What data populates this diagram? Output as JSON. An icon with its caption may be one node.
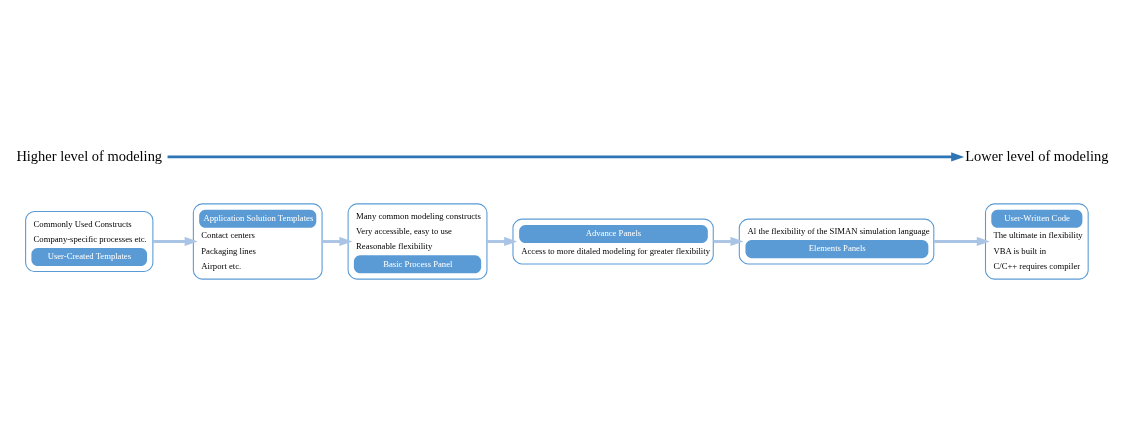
{
  "diagram": {
    "nodes": [
      {
        "text": [
          "Commonly Used Constructs",
          "Company-specific processes etc.",
          "User-Created Templates"
        ]
      },
      {
        "text": [
          "Application Solution Templates",
          "Contact centers",
          "Packaging lines",
          "Airport etc."
        ]
      },
      {
        "text": [
          "Many common modeling constructs",
          "Very accessible, easy to use",
          "Reasonable flexibility",
          "Basic Process Panel"
        ]
      },
      {
        "text": [
          "Advance Panels",
          "Access to more ditaled modeling for greater flexibility"
        ]
      },
      {
        "text": [
          "Al the flexibility of the SIMAN simulation language",
          "Elements Panels"
        ]
      },
      {
        "text": [
          "User-Written Code",
          "The ultimate in flexibility",
          "VBA is built in",
          "C/C++ requires compiler"
        ]
      },
      {
        "text": [
          "Higher level of modeling"
        ]
      },
      {
        "text": [
          "Lower level of modeling"
        ]
      }
    ],
    "edges": [
      {
        "from": 0,
        "to": 1,
        "arrow": "to"
      },
      {
        "from": 1,
        "to": 2,
        "arrow": "to"
      },
      {
        "from": 2,
        "to": 3,
        "arrow": "to"
      },
      {
        "from": 3,
        "to": 4,
        "arrow": "to"
      },
      {
        "from": 4,
        "to": 5,
        "arrow": "to"
      },
      {
        "from": 6,
        "to": 7,
        "arrow": "to",
        "color": "#2e75b6"
      }
    ]
  }
}
